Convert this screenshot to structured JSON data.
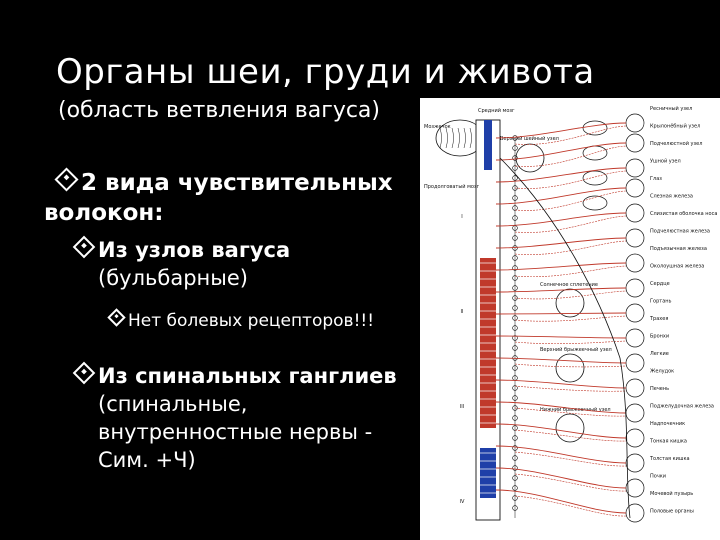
{
  "title": "Органы шеи, груди и живота",
  "subtitle": "(область ветвления вагуса)",
  "bullets": {
    "main_line1": "2 вида чувствительных",
    "main_line2": "волокон:",
    "sub1_bold": "Из узлов вагуса",
    "sub1_rest": "(бульбарные)",
    "sub1_note": "Нет болевых рецепторов!!!",
    "sub2_bold": "Из спинальных ганглиев",
    "sub2_rest_line1": "(спинальные,",
    "sub2_rest_line2": "внутренностные нервы -",
    "sub2_rest_line3": "Сим. +Ч)"
  },
  "diagram": {
    "left_labels": [
      "Мозжечок",
      "Продолговатый мозг",
      "Средний мозг"
    ],
    "center_labels": [
      "Верхний шейный узел",
      "Солнечное сплетение",
      "Верхний брыжеечный узел",
      "Нижний брыжеечный узел"
    ],
    "right_labels": [
      "Ресничный узел",
      "Крылонёбный узел",
      "Подчелюстной узел",
      "Ушной узел",
      "Глаз",
      "Слезная железа",
      "Слизистая оболочка носа",
      "Подчелюстная железа",
      "Подъязычная железа",
      "Околоушная железа",
      "Сердце",
      "Гортань",
      "Трахея",
      "Бронхи",
      "Легкие",
      "Желудок",
      "Печень",
      "Поджелудочная железа",
      "Надпочечник",
      "Тонкая кишка",
      "Толстая кишка",
      "Почки",
      "Мочевой пузырь",
      "Половые органы"
    ],
    "spine_levels": [
      "I",
      "II",
      "III",
      "IV"
    ],
    "colors": {
      "nerve": "#c0392b",
      "blue": "#1f3fa8",
      "outline": "#111111"
    }
  }
}
